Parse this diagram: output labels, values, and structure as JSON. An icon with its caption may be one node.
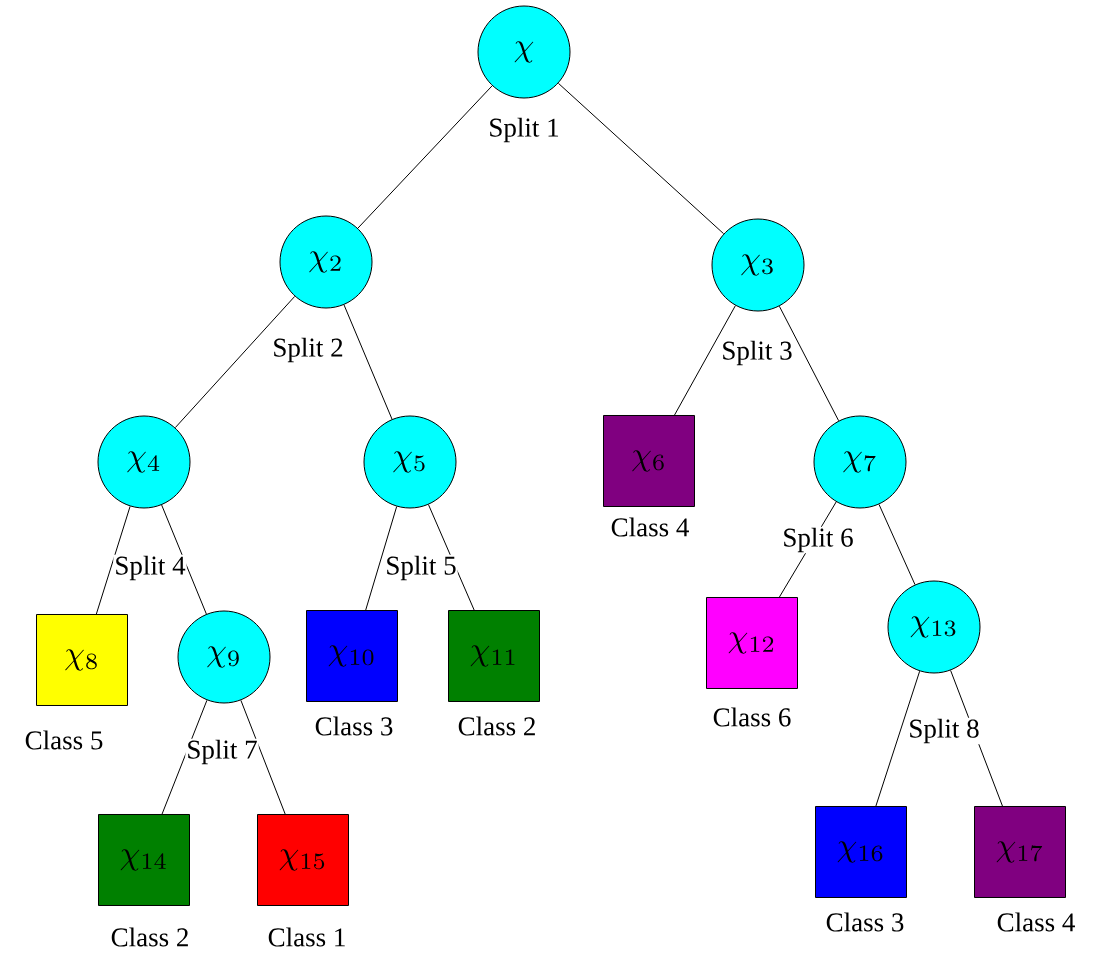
{
  "diagram": {
    "nodes": [
      {
        "text": [
          "\\chi"
        ],
        "beside": [
          "Split 1"
        ]
      },
      {
        "text": [
          "\\chi_{2}"
        ],
        "beside": [
          "Split 2"
        ]
      },
      {
        "text": [
          "\\chi_{3}"
        ],
        "beside": [
          "Split 3"
        ]
      },
      {
        "text": [
          "\\chi_{4}"
        ],
        "beside": [
          "Split 4"
        ]
      },
      {
        "text": [
          "\\chi_{5}"
        ],
        "beside": [
          "Split 5"
        ]
      },
      {
        "text": [
          "\\chi_{6}"
        ],
        "beside": [
          "Class 4"
        ]
      },
      {
        "text": [
          "\\chi_{7}"
        ],
        "beside": [
          "Split 6"
        ]
      },
      {
        "text": [
          "\\chi_{8}"
        ],
        "beside": [
          "Class 5"
        ]
      },
      {
        "text": [
          "\\chi_{9}"
        ],
        "beside": [
          "Split 7"
        ]
      },
      {
        "text": [
          "\\chi_{10}"
        ],
        "beside": [
          "Class 3"
        ]
      },
      {
        "text": [
          "\\chi_{11}"
        ],
        "beside": [
          "Class 2"
        ]
      },
      {
        "text": [
          "\\chi_{12}"
        ],
        "beside": [
          "Class 6"
        ]
      },
      {
        "text": [
          "\\chi_{13}"
        ],
        "beside": [
          "Split 8"
        ]
      },
      {
        "text": [
          "\\chi_{14}"
        ],
        "beside": [
          "Class 2"
        ]
      },
      {
        "text": [
          "\\chi_{15}"
        ],
        "beside": [
          "Class 1"
        ]
      },
      {
        "text": [
          "\\chi_{16}"
        ],
        "beside": [
          "Class 3"
        ]
      },
      {
        "text": [
          "\\chi_{17}"
        ],
        "beside": [
          "Class 4"
        ]
      }
    ],
    "edges": [
      {
        "from": 0,
        "to": 1,
        "arrow": "none"
      },
      {
        "from": 0,
        "to": 2,
        "arrow": "none"
      },
      {
        "from": 1,
        "to": 3,
        "arrow": "none"
      },
      {
        "from": 1,
        "to": 4,
        "arrow": "none"
      },
      {
        "from": 2,
        "to": 5,
        "arrow": "none"
      },
      {
        "from": 2,
        "to": 6,
        "arrow": "none"
      },
      {
        "from": 3,
        "to": 7,
        "arrow": "none"
      },
      {
        "from": 3,
        "to": 8,
        "arrow": "none"
      },
      {
        "from": 4,
        "to": 9,
        "arrow": "none"
      },
      {
        "from": 4,
        "to": 10,
        "arrow": "none"
      },
      {
        "from": 6,
        "to": 11,
        "arrow": "none"
      },
      {
        "from": 6,
        "to": 12,
        "arrow": "none"
      },
      {
        "from": 8,
        "to": 13,
        "arrow": "none"
      },
      {
        "from": 8,
        "to": 14,
        "arrow": "none"
      },
      {
        "from": 12,
        "to": 15,
        "arrow": "none"
      },
      {
        "from": 12,
        "to": 16,
        "arrow": "none"
      }
    ]
  }
}
